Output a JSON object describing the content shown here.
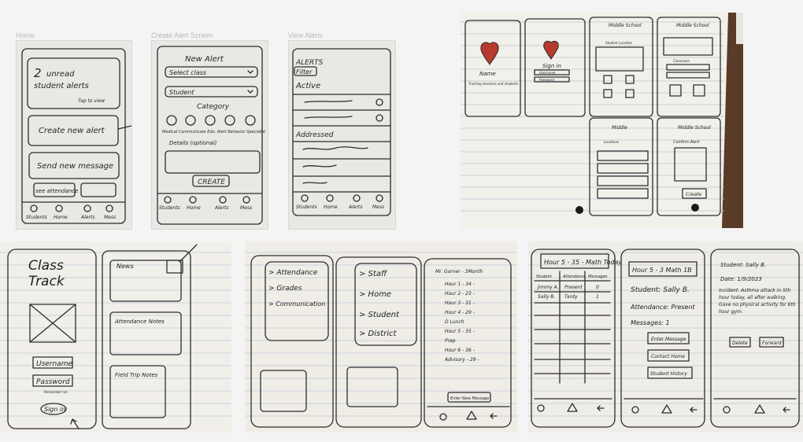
{
  "frames": [
    {
      "label": "Home"
    },
    {
      "label": "Create Alert Screen"
    },
    {
      "label": "View Alerts"
    }
  ],
  "home": {
    "unread_count": "2",
    "unread_text": "unread",
    "unread_sub": "student alerts",
    "tap_hint": "Tap to view",
    "create_btn": "Create new alert",
    "send_btn": "Send new message",
    "attendance_btn": "see attendance",
    "tabs": [
      "Students",
      "Home",
      "Alerts",
      "Mess"
    ]
  },
  "create_alert": {
    "title": "New Alert",
    "select_class": "Select class",
    "select_student": "Student",
    "category_label": "Category",
    "categories": "Medical Communicate Edu. Alert Behavior Specialist",
    "details_label": "Details (optional)",
    "create_btn": "CREATE",
    "tabs": [
      "Students",
      "Home",
      "Alerts",
      "Mess"
    ]
  },
  "view_alerts": {
    "title": "ALERTS",
    "filter": "Filter",
    "active": "Active",
    "addressed": "Addressed",
    "tabs": [
      "Students",
      "Home",
      "Alerts",
      "Mess"
    ]
  },
  "photo_top_right": {
    "screens": [
      {
        "title": "Name",
        "sub": "Tracking teachers and students"
      },
      {
        "title": "Sign in",
        "fields": [
          "Username",
          "Password"
        ]
      },
      {
        "title": "Middle School",
        "sub": "Student Location"
      },
      {
        "title": "Middle School",
        "sub": "Classroom"
      },
      {
        "title": "Middle",
        "sub": "Locations"
      },
      {
        "title": "Middle School",
        "sub": "Confirm Alert",
        "btn": "Create"
      }
    ]
  },
  "photo_bottom_left": {
    "app_title_1": "Class",
    "app_title_2": "Track",
    "username": "Username",
    "password": "Password",
    "remember": "Remember me",
    "signin": "Sign in",
    "news": "News",
    "attendance_notes": "Attendance Notes",
    "field_trip_notes": "Field Trip Notes"
  },
  "photo_bottom_mid": {
    "menu_1": [
      "> Attendance",
      "> Grades",
      "> Communication"
    ],
    "menu_2": [
      "> Staff",
      "> Home",
      "> Student",
      "> District"
    ],
    "list_title": "Mr. Garner - 3Month",
    "hours": [
      "Hour 1 - 34 -",
      "Hour 2 - 23 -",
      "Hour 3 - 31 -",
      "Hour 4 - 29 -",
      "D Lunch",
      "Hour 5 - 35 -",
      "Prep",
      "Hour 6 - 36 -",
      "Advisory - 29 -"
    ],
    "enter_btn": "Enter New Message"
  },
  "photo_bottom_right": {
    "header_1": "Hour 5 - 35 - Math Today",
    "cols": [
      "Student",
      "Attendance",
      "Messages"
    ],
    "rows": [
      [
        "Jimmy A.",
        "Present",
        "0"
      ],
      [
        "Sally B.",
        "Tardy",
        "1"
      ]
    ],
    "header_2": "Hour 5 - 3 Math 1B",
    "student": "Student: Sally B.",
    "attendance": "Attendance: Present",
    "messages": "Messages: 1",
    "btns": [
      "Enter Message",
      "Contact Home",
      "Student History"
    ],
    "msg_student": "Student: Sally B.",
    "msg_date": "Date: 1/9/2023",
    "msg_incident": "Incident: Asthma attack in 5th hour today, all after walking. Gave no physical activity for 6th hour gym.",
    "msg_btns": [
      "Delete",
      "Forward"
    ]
  }
}
